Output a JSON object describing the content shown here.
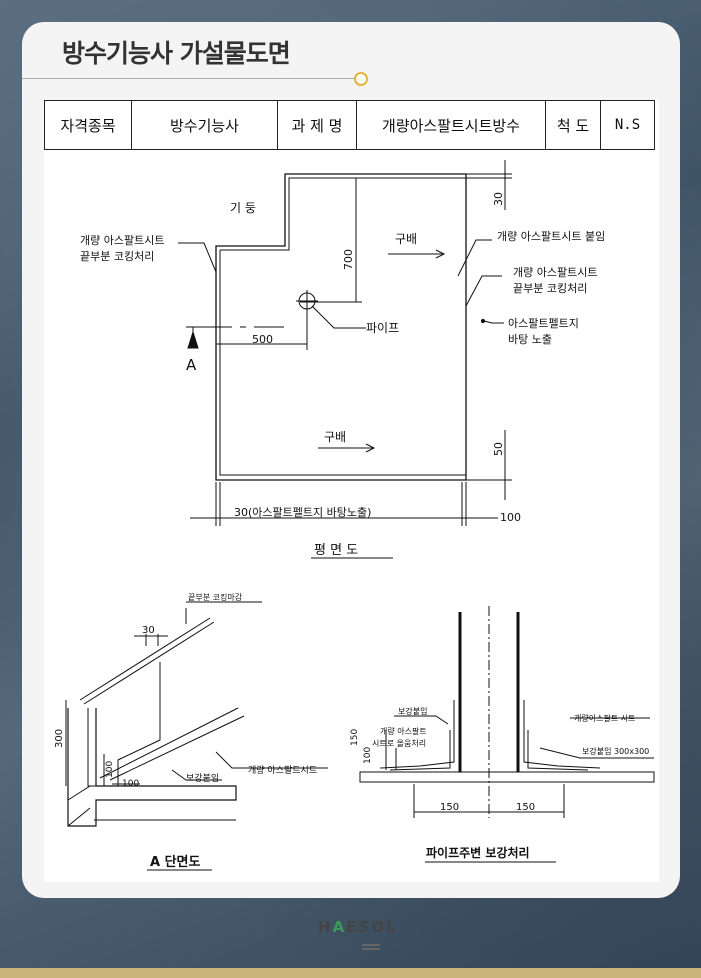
{
  "page_title": "방수기능사 가설물도면",
  "info_table": {
    "label_category": "자격종목",
    "category": "방수기능사",
    "label_task": "과 제 명",
    "task": "개량아스팔트시트방수",
    "label_scale": "척 도",
    "scale": "N.S"
  },
  "plan": {
    "column_label": "기 둥",
    "label_edge_left_1": "개량 아스팔트시트",
    "label_edge_left_2": "끝부분 코킹처리",
    "label_attach": "개량 아스팔트시트 붙임",
    "label_edge_right_1": "개량 아스팔트시트",
    "label_edge_right_2": "끝부분 코킹처리",
    "label_felt_1": "아스팔트펠트지",
    "label_felt_2": "바탕 노출",
    "label_slope_top": "구배",
    "label_slope_bottom": "구배",
    "label_pipe": "파이프",
    "section_mark": "A",
    "dim_700": "700",
    "dim_30_top": "30",
    "dim_500": "500",
    "dim_50": "50",
    "dim_bottom": "30(아스팔트펠트지 바탕노출)",
    "dim_100": "100",
    "caption": "평 면 도"
  },
  "section_a": {
    "label_edge": "끝부분 코킹마감",
    "dim_30": "30",
    "dim_300": "300",
    "dim_100": "100",
    "dim_100b": "100",
    "label_reinforce": "보강붙임",
    "label_sheet": "개량 아스팔트시트",
    "caption": "A 단면도"
  },
  "pipe_detail": {
    "label_reinforce": "보강붙임",
    "label_sheet_1": "개량 아스팔트",
    "label_sheet_2": "시트로 올움처리",
    "dim_150_v": "150",
    "dim_100_v": "100",
    "label_sheet_right": "개량아스팔트 시트",
    "label_reinforce_right": "보강붙임 300x300",
    "dim_150_l": "150",
    "dim_150_r": "150",
    "caption": "파이프주변 보강처리"
  },
  "logo": {
    "text_a": "H",
    "text_b": "A",
    "text_c": "ESOL"
  }
}
